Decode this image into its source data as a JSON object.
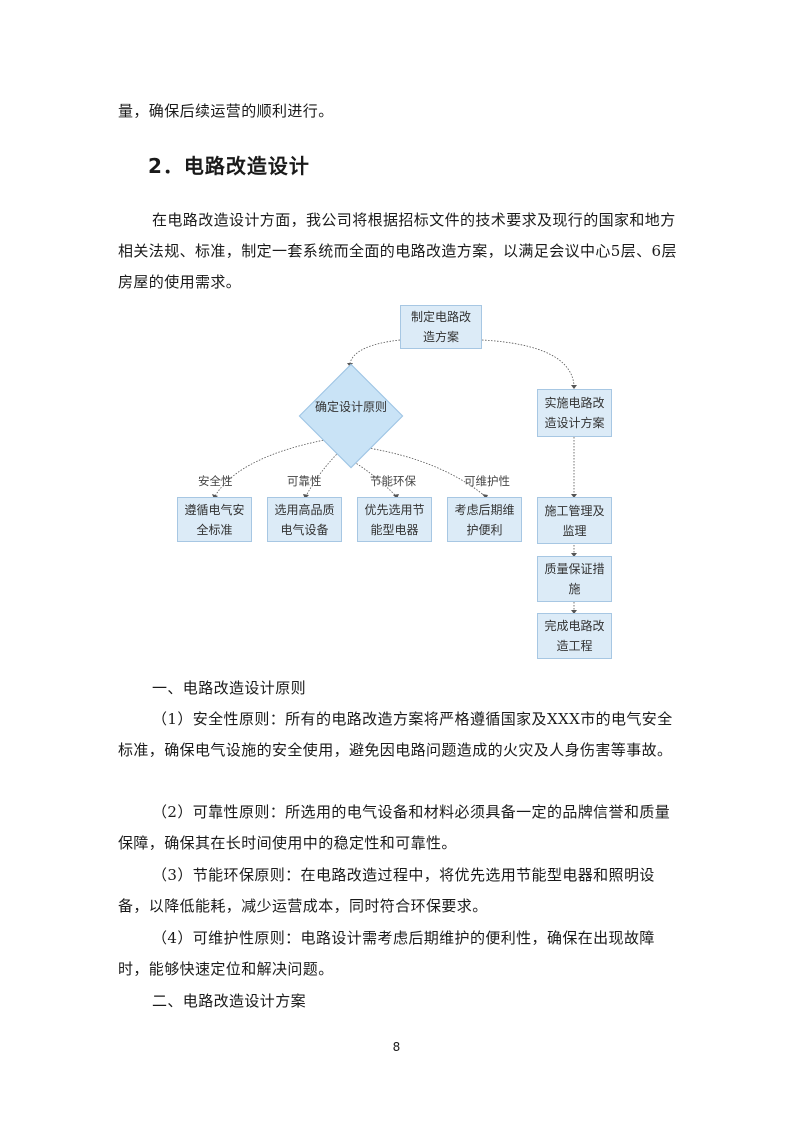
{
  "intro_tail": "量，确保后续运营的顺利进行。",
  "section_heading": "2．电路改造设计",
  "section_intro": "在电路改造设计方面，我公司将根据招标文件的技术要求及现行的国家和地方相关法规、标准，制定一套系统而全面的电路改造方案，以满足会议中心5层、6层房屋的使用需求。",
  "diagram": {
    "root": "制定电路改造方案",
    "principle": "确定设计原则",
    "plan": "实施电路改造设计方案",
    "labels": [
      "安全性",
      "可靠性",
      "节能环保",
      "可维护性"
    ],
    "principle_boxes": [
      "遵循电气安全标准",
      "选用高品质电气设备",
      "优先选用节能型电器",
      "考虑后期维护便利"
    ],
    "plan_steps": [
      "施工管理及监理",
      "质量保证措施",
      "完成电路改造工程"
    ]
  },
  "sub1_title": "一、电路改造设计原则",
  "items": [
    {
      "num": "（1）",
      "text": "安全性原则：所有的电路改造方案将严格遵循国家及XXX市的电气安全标准，确保电气设施的安全使用，避免因电路问题造成的火灾及人身伤害等事故。"
    },
    {
      "num": "（2）",
      "text": "可靠性原则：所选用的电气设备和材料必须具备一定的品牌信誉和质量保障，确保其在长时间使用中的稳定性和可靠性。"
    },
    {
      "num": "（3）",
      "text": "节能环保原则：在电路改造过程中，将优先选用节能型电器和照明设备，以降低能耗，减少运营成本，同时符合环保要求。"
    },
    {
      "num": "（4）",
      "text": "可维护性原则：电路设计需考虑后期维护的便利性，确保在出现故障时，能够快速定位和解决问题。"
    }
  ],
  "sub2_title": "二、电路改造设计方案",
  "page_number": "8"
}
